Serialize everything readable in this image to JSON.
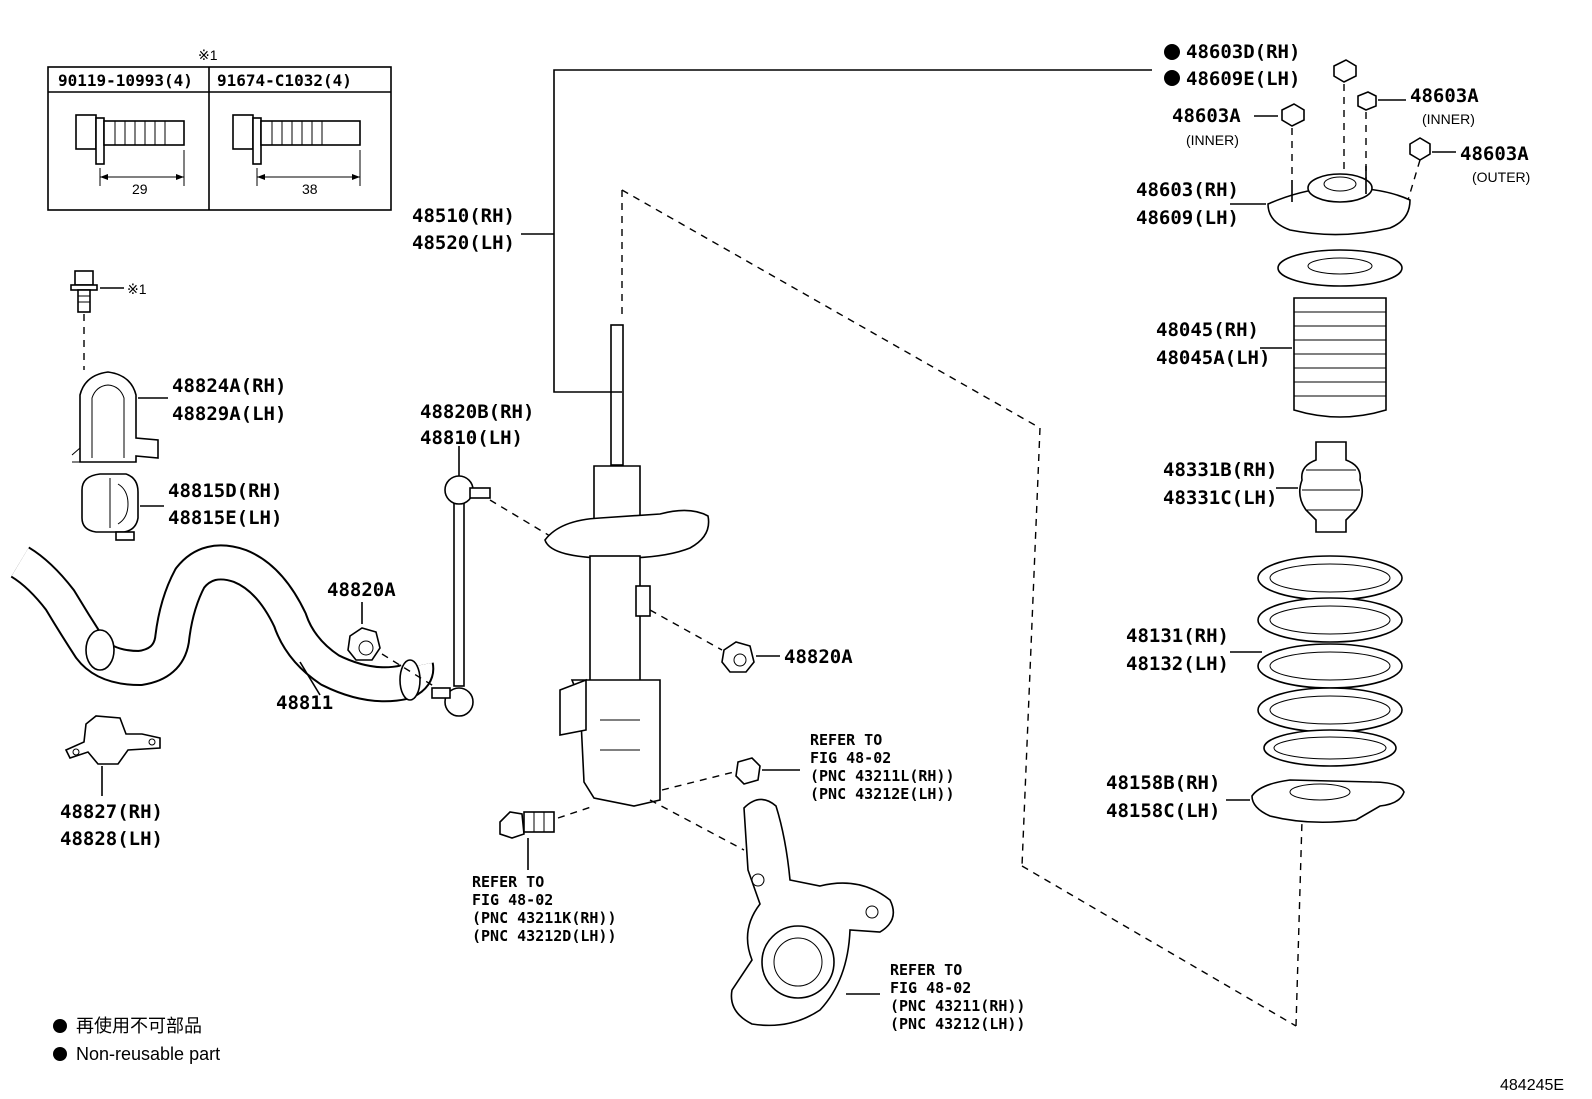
{
  "bolt_table": {
    "note_mark": "※1",
    "col1_part": "90119-10993(4)",
    "col1_len": "29",
    "col2_part": "91674-C1032(4)",
    "col2_len": "38"
  },
  "parts": {
    "bolt_note": "※1",
    "p48824": [
      "48824A(RH)",
      "48829A(LH)"
    ],
    "p48815": [
      "48815D(RH)",
      "48815E(LH)"
    ],
    "p48820a_left": "48820A",
    "p48811": "48811",
    "p48827": [
      "48827(RH)",
      "48828(LH)"
    ],
    "p48820b": [
      "48820B(RH)",
      "48810(LH)"
    ],
    "p48510": [
      "48510(RH)",
      "48520(LH)"
    ],
    "p48820a_right": "48820A",
    "p48603d": [
      "48603D(RH)",
      "48609E(LH)"
    ],
    "p48603a_inner_left": [
      "48603A",
      "(INNER)"
    ],
    "p48603a_inner_right": [
      "48603A",
      "(INNER)"
    ],
    "p48603a_outer": [
      "48603A",
      "(OUTER)"
    ],
    "p48603": [
      "48603(RH)",
      "48609(LH)"
    ],
    "p48045": [
      "48045(RH)",
      "48045A(LH)"
    ],
    "p48331": [
      "48331B(RH)",
      "48331C(LH)"
    ],
    "p48131": [
      "48131(RH)",
      "48132(LH)"
    ],
    "p48158": [
      "48158B(RH)",
      "48158C(LH)"
    ]
  },
  "refs": {
    "upper": [
      "REFER TO",
      "FIG 48-02",
      "(PNC 43211L(RH))",
      "(PNC 43212E(LH))"
    ],
    "bolt": [
      "REFER TO",
      "FIG 48-02",
      "(PNC 43211K(RH))",
      "(PNC 43212D(LH))"
    ],
    "knuckle": [
      "REFER TO",
      "FIG 48-02",
      "(PNC 43211(RH))",
      "(PNC 43212(LH))"
    ]
  },
  "legend": {
    "line_jp": "再使用不可部品",
    "line_en": "Non-reusable part"
  },
  "figure_id": "484245E"
}
